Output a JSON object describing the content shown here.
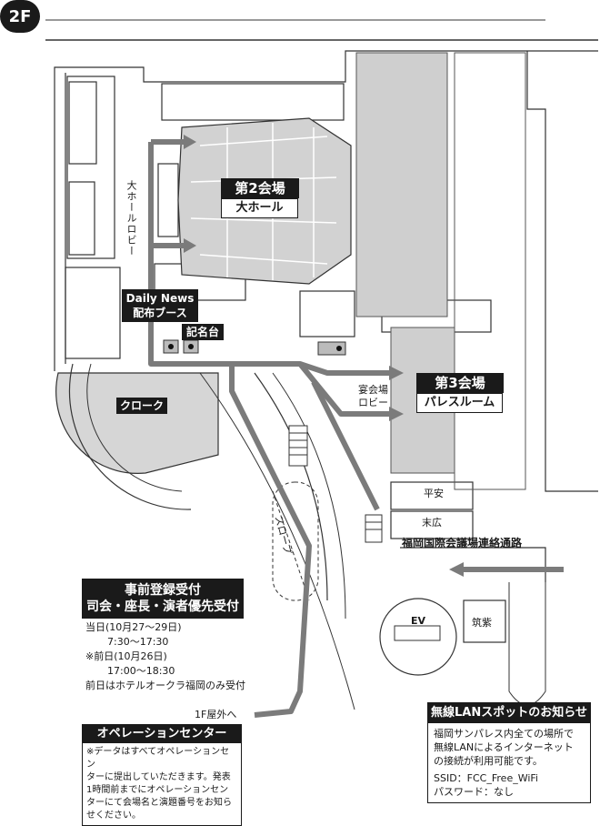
{
  "floor": "2F",
  "halls": {
    "hall2": {
      "title": "第2会場",
      "subtitle": "大ホール"
    },
    "hall3": {
      "title": "第3会場",
      "subtitle": "パレスルーム"
    }
  },
  "areas": {
    "lobby": "大ホールロビー",
    "daily_news": [
      "Daily News",
      "配布ブース"
    ],
    "signing_desk": "記名台",
    "cloak": "クローク",
    "banquet_lobby": [
      "宴会場",
      "ロビー"
    ],
    "heian": "平安",
    "suehiro": "末広",
    "corridor": "福岡国際会議場連絡通路",
    "slope": "スロープ",
    "ev": "EV",
    "chikushi": "筑紫",
    "outdoor": "1F屋外へ"
  },
  "registration": {
    "title_lines": [
      "事前登録受付",
      "司会・座長・演者優先受付"
    ],
    "lines": [
      "当日(10月27〜29日)",
      "7:30〜17:30",
      "※前日(10月26日)",
      "17:00〜18:30",
      "前日はホテルオークラ福岡のみ受付"
    ]
  },
  "operation": {
    "title": "オペレーションセンター",
    "lines": [
      "※データはすべてオペレーションセン",
      "ターに提出していただきます。発表",
      "1時間前までにオペレーションセン",
      "ターにて会場名と演題番号をお知ら",
      "せください。"
    ]
  },
  "wifi": {
    "title": "無線LANスポットのお知らせ",
    "lines": [
      "福岡サンパレス内全ての場所で",
      "無線LANによるインターネット",
      "の接続が利用可能です。"
    ],
    "ssid": "SSID：FCC_Free_WiFi",
    "password": "パスワード：なし"
  }
}
